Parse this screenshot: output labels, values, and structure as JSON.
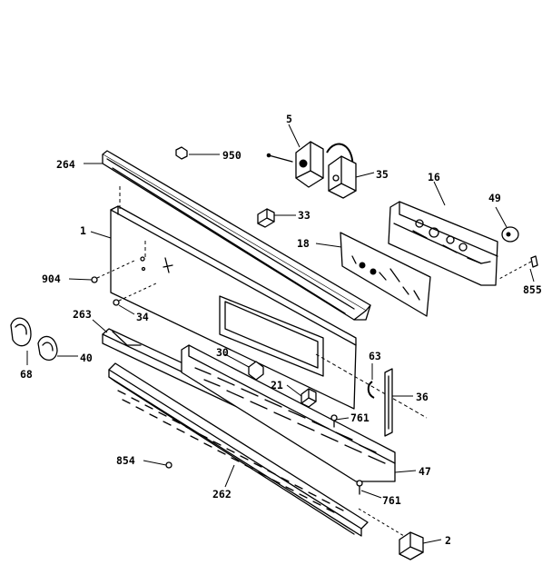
{
  "diagram": {
    "labels": {
      "p5": "5",
      "p264": "264",
      "p950": "950",
      "p35": "35",
      "p16": "16",
      "p49": "49",
      "p1": "1",
      "p33": "33",
      "p18": "18",
      "p904": "904",
      "p855": "855",
      "p34": "34",
      "p263": "263",
      "p68": "68",
      "p40": "40",
      "p30": "30",
      "p63": "63",
      "p21": "21",
      "p36": "36",
      "p761a": "761",
      "p854": "854",
      "p47": "47",
      "p262": "262",
      "p761b": "761",
      "p2": "2"
    }
  }
}
